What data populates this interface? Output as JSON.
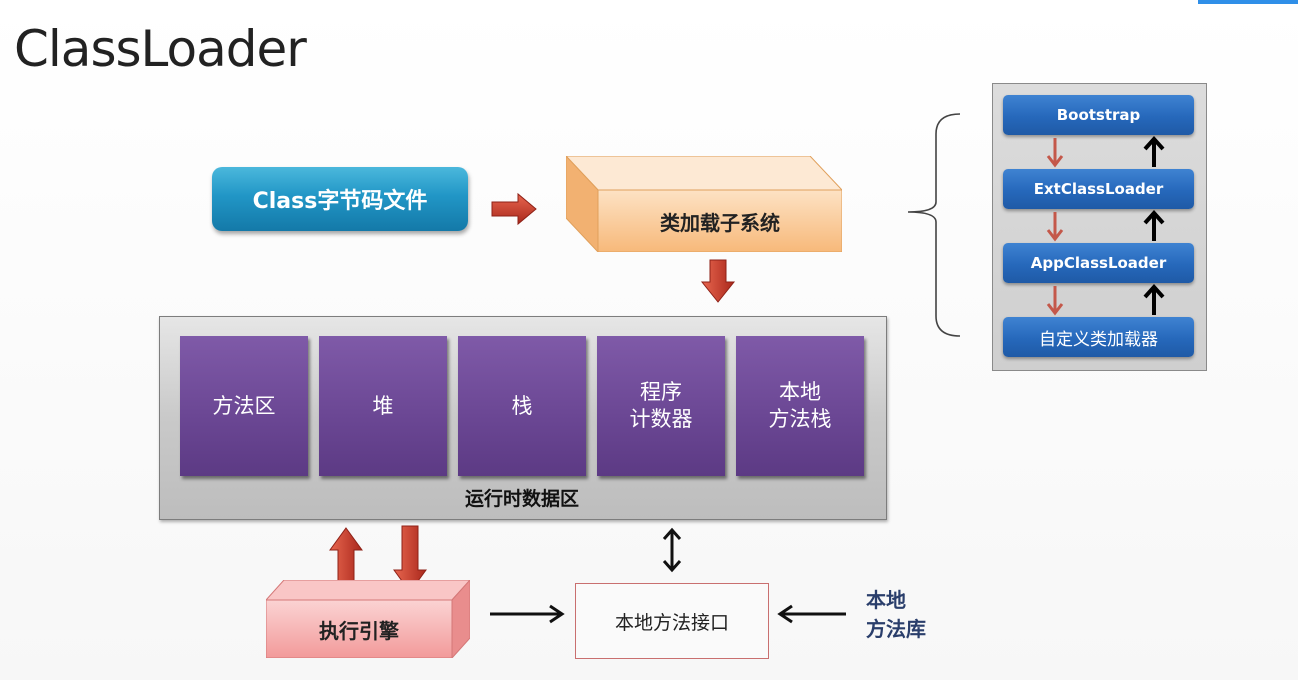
{
  "title": "ClassLoader",
  "class_file_label": "Class字节码文件",
  "class_loader_subsystem_label": "类加载子系统",
  "runtime_data_area": {
    "label": "运行时数据区",
    "areas": [
      {
        "line1": "方法区",
        "line2": ""
      },
      {
        "line1": "堆",
        "line2": ""
      },
      {
        "line1": "栈",
        "line2": ""
      },
      {
        "line1": "程序",
        "line2": "计数器"
      },
      {
        "line1": "本地",
        "line2": "方法栈"
      }
    ]
  },
  "execution_engine_label": "执行引擎",
  "native_interface_label": "本地方法接口",
  "native_library": {
    "line1": "本地",
    "line2": "方法库"
  },
  "loader_hierarchy": [
    "Bootstrap",
    "ExtClassLoader",
    "AppClassLoader",
    "自定义类加载器"
  ],
  "colors": {
    "class_file": "#2196c6",
    "loader_subsystem": "#f9c48f",
    "area_purple": "#6a4693",
    "engine_pink": "#f4a9a9",
    "hierarchy_blue": "#2668bb",
    "arrow_red": "#c0392b"
  }
}
